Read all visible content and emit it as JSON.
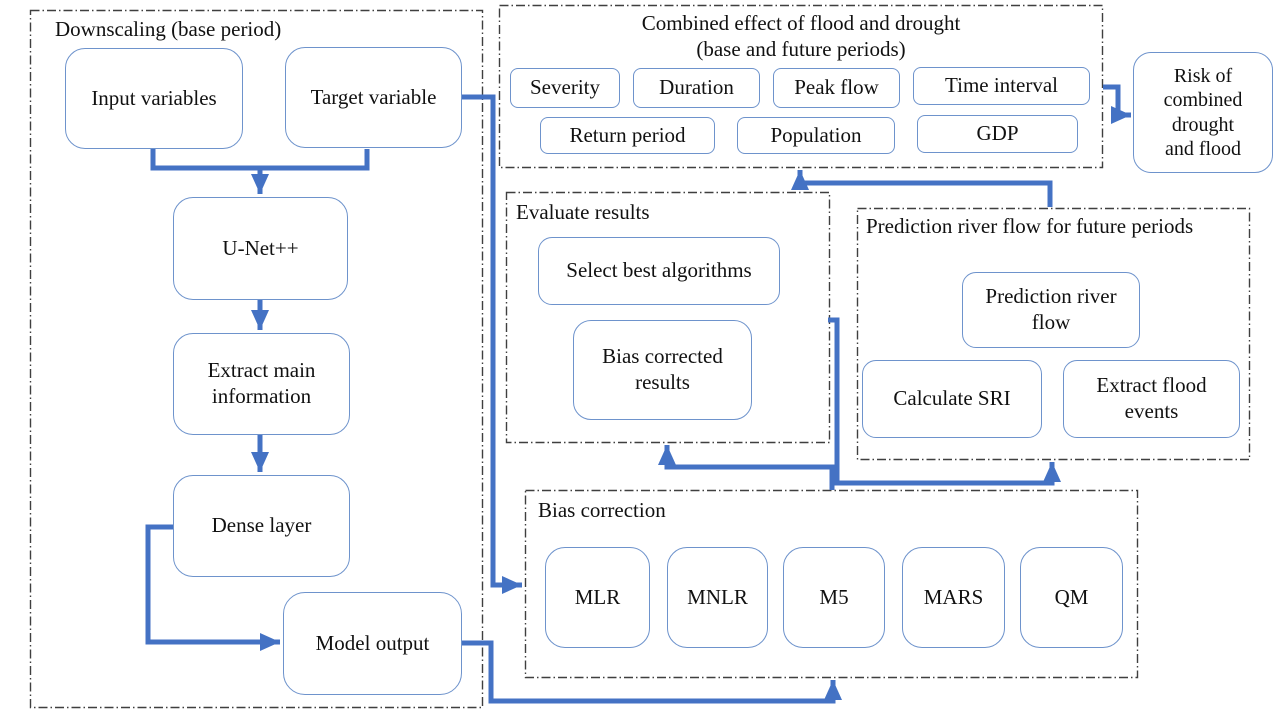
{
  "colors": {
    "arrow_blue": "#4472C4",
    "box_border_blue": "#6E93CC",
    "container_dash": "#3F3F3F",
    "text_color": "#111111",
    "background": "#FFFFFF"
  },
  "containers": {
    "downscaling": {
      "label": "Downscaling (base period)"
    },
    "combined_effect": {
      "title_line1": "Combined effect of flood and drought",
      "title_line2": "(base and future periods)"
    },
    "evaluate_results": {
      "label": "Evaluate results"
    },
    "prediction_future": {
      "label": "Prediction river flow for future periods"
    },
    "bias_correction": {
      "label": "Bias correction"
    }
  },
  "boxes": {
    "input_variables": {
      "label": "Input variables"
    },
    "target_variable": {
      "label": "Target variable"
    },
    "unet": {
      "label": "U-Net++"
    },
    "extract_main": {
      "label": "Extract main information"
    },
    "dense_layer": {
      "label": "Dense layer"
    },
    "model_output": {
      "label": "Model output"
    },
    "severity": {
      "label": "Severity"
    },
    "duration": {
      "label": "Duration"
    },
    "peak_flow": {
      "label": "Peak flow"
    },
    "time_interval": {
      "label": "Time interval"
    },
    "return_period": {
      "label": "Return period"
    },
    "population": {
      "label": "Population"
    },
    "gdp": {
      "label": "GDP"
    },
    "risk": {
      "label": "Risk of combined drought and flood"
    },
    "select_best": {
      "label": "Select best algorithms"
    },
    "bias_corrected": {
      "label": "Bias corrected results"
    },
    "prediction_river_flow": {
      "label": "Prediction river flow"
    },
    "calculate_sri": {
      "label": "Calculate SRI"
    },
    "extract_flood": {
      "label": "Extract flood events"
    },
    "mlr": {
      "label": "MLR"
    },
    "mnlr": {
      "label": "MNLR"
    },
    "m5": {
      "label": "M5"
    },
    "mars": {
      "label": "MARS"
    },
    "qm": {
      "label": "QM"
    }
  }
}
